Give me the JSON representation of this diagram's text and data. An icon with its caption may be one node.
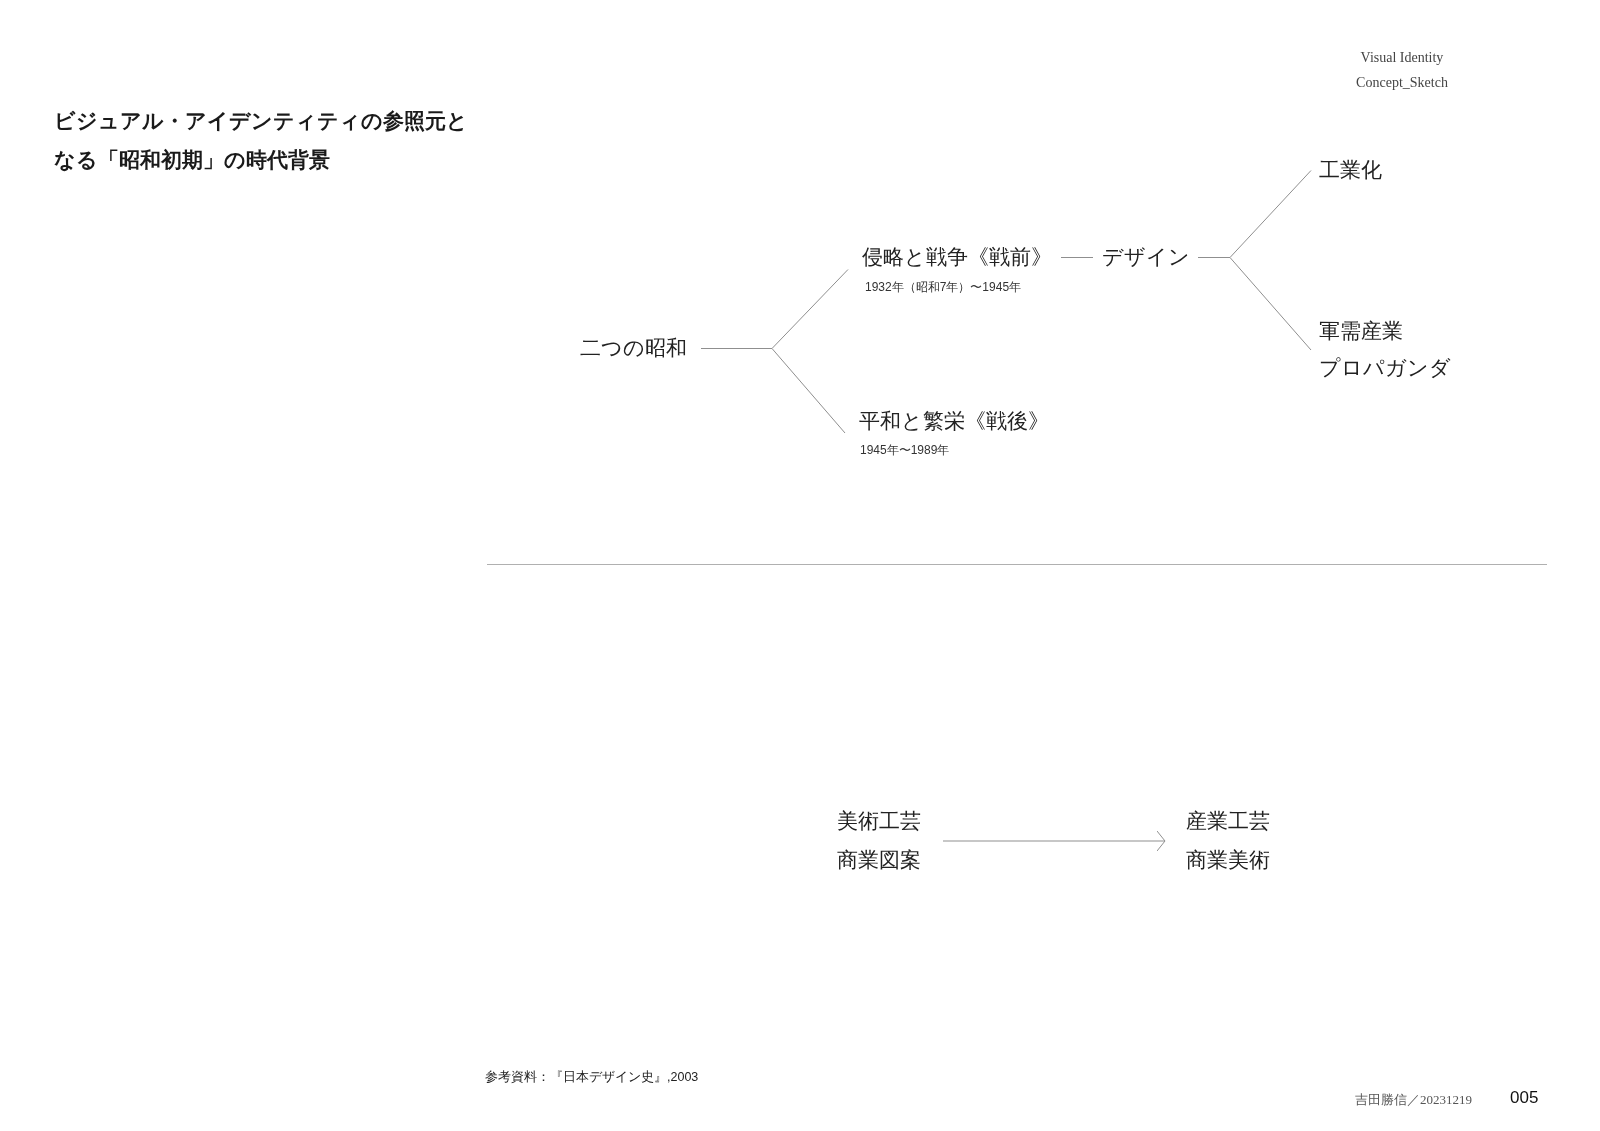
{
  "diagram": {
    "title": "ビジュアル・アイデンティティの参照元となる「昭和初期」の時代背景",
    "nodes": [
      {
        "text": [
          "二つの昭和"
        ]
      },
      {
        "text": [
          "侵略と戦争《戦前》"
        ],
        "beside": [
          "1932年（昭和7年）〜1945年"
        ]
      },
      {
        "text": [
          "平和と繁栄《戦後》"
        ],
        "beside": [
          "1945年〜1989年"
        ]
      },
      {
        "text": [
          "デザイン"
        ]
      },
      {
        "text": [
          "工業化"
        ]
      },
      {
        "text": [
          "軍需産業",
          "プロパガンダ"
        ]
      },
      {
        "text": [
          "美術工芸",
          "商業図案"
        ]
      },
      {
        "text": [
          "産業工芸",
          "商業美術"
        ]
      }
    ],
    "edges": [
      {
        "from": 0,
        "to": 1,
        "arrow": "none"
      },
      {
        "from": 0,
        "to": 2,
        "arrow": "none"
      },
      {
        "from": 1,
        "to": 3,
        "arrow": "none"
      },
      {
        "from": 3,
        "to": 4,
        "arrow": "none"
      },
      {
        "from": 3,
        "to": 5,
        "arrow": "none"
      },
      {
        "from": 6,
        "to": 7,
        "arrow": "to"
      }
    ],
    "labels": [
      "Visual Identity",
      "Concept_Sketch",
      "参考資料：『日本デザイン史』,2003",
      "吉田勝信／20231219",
      "005"
    ]
  }
}
